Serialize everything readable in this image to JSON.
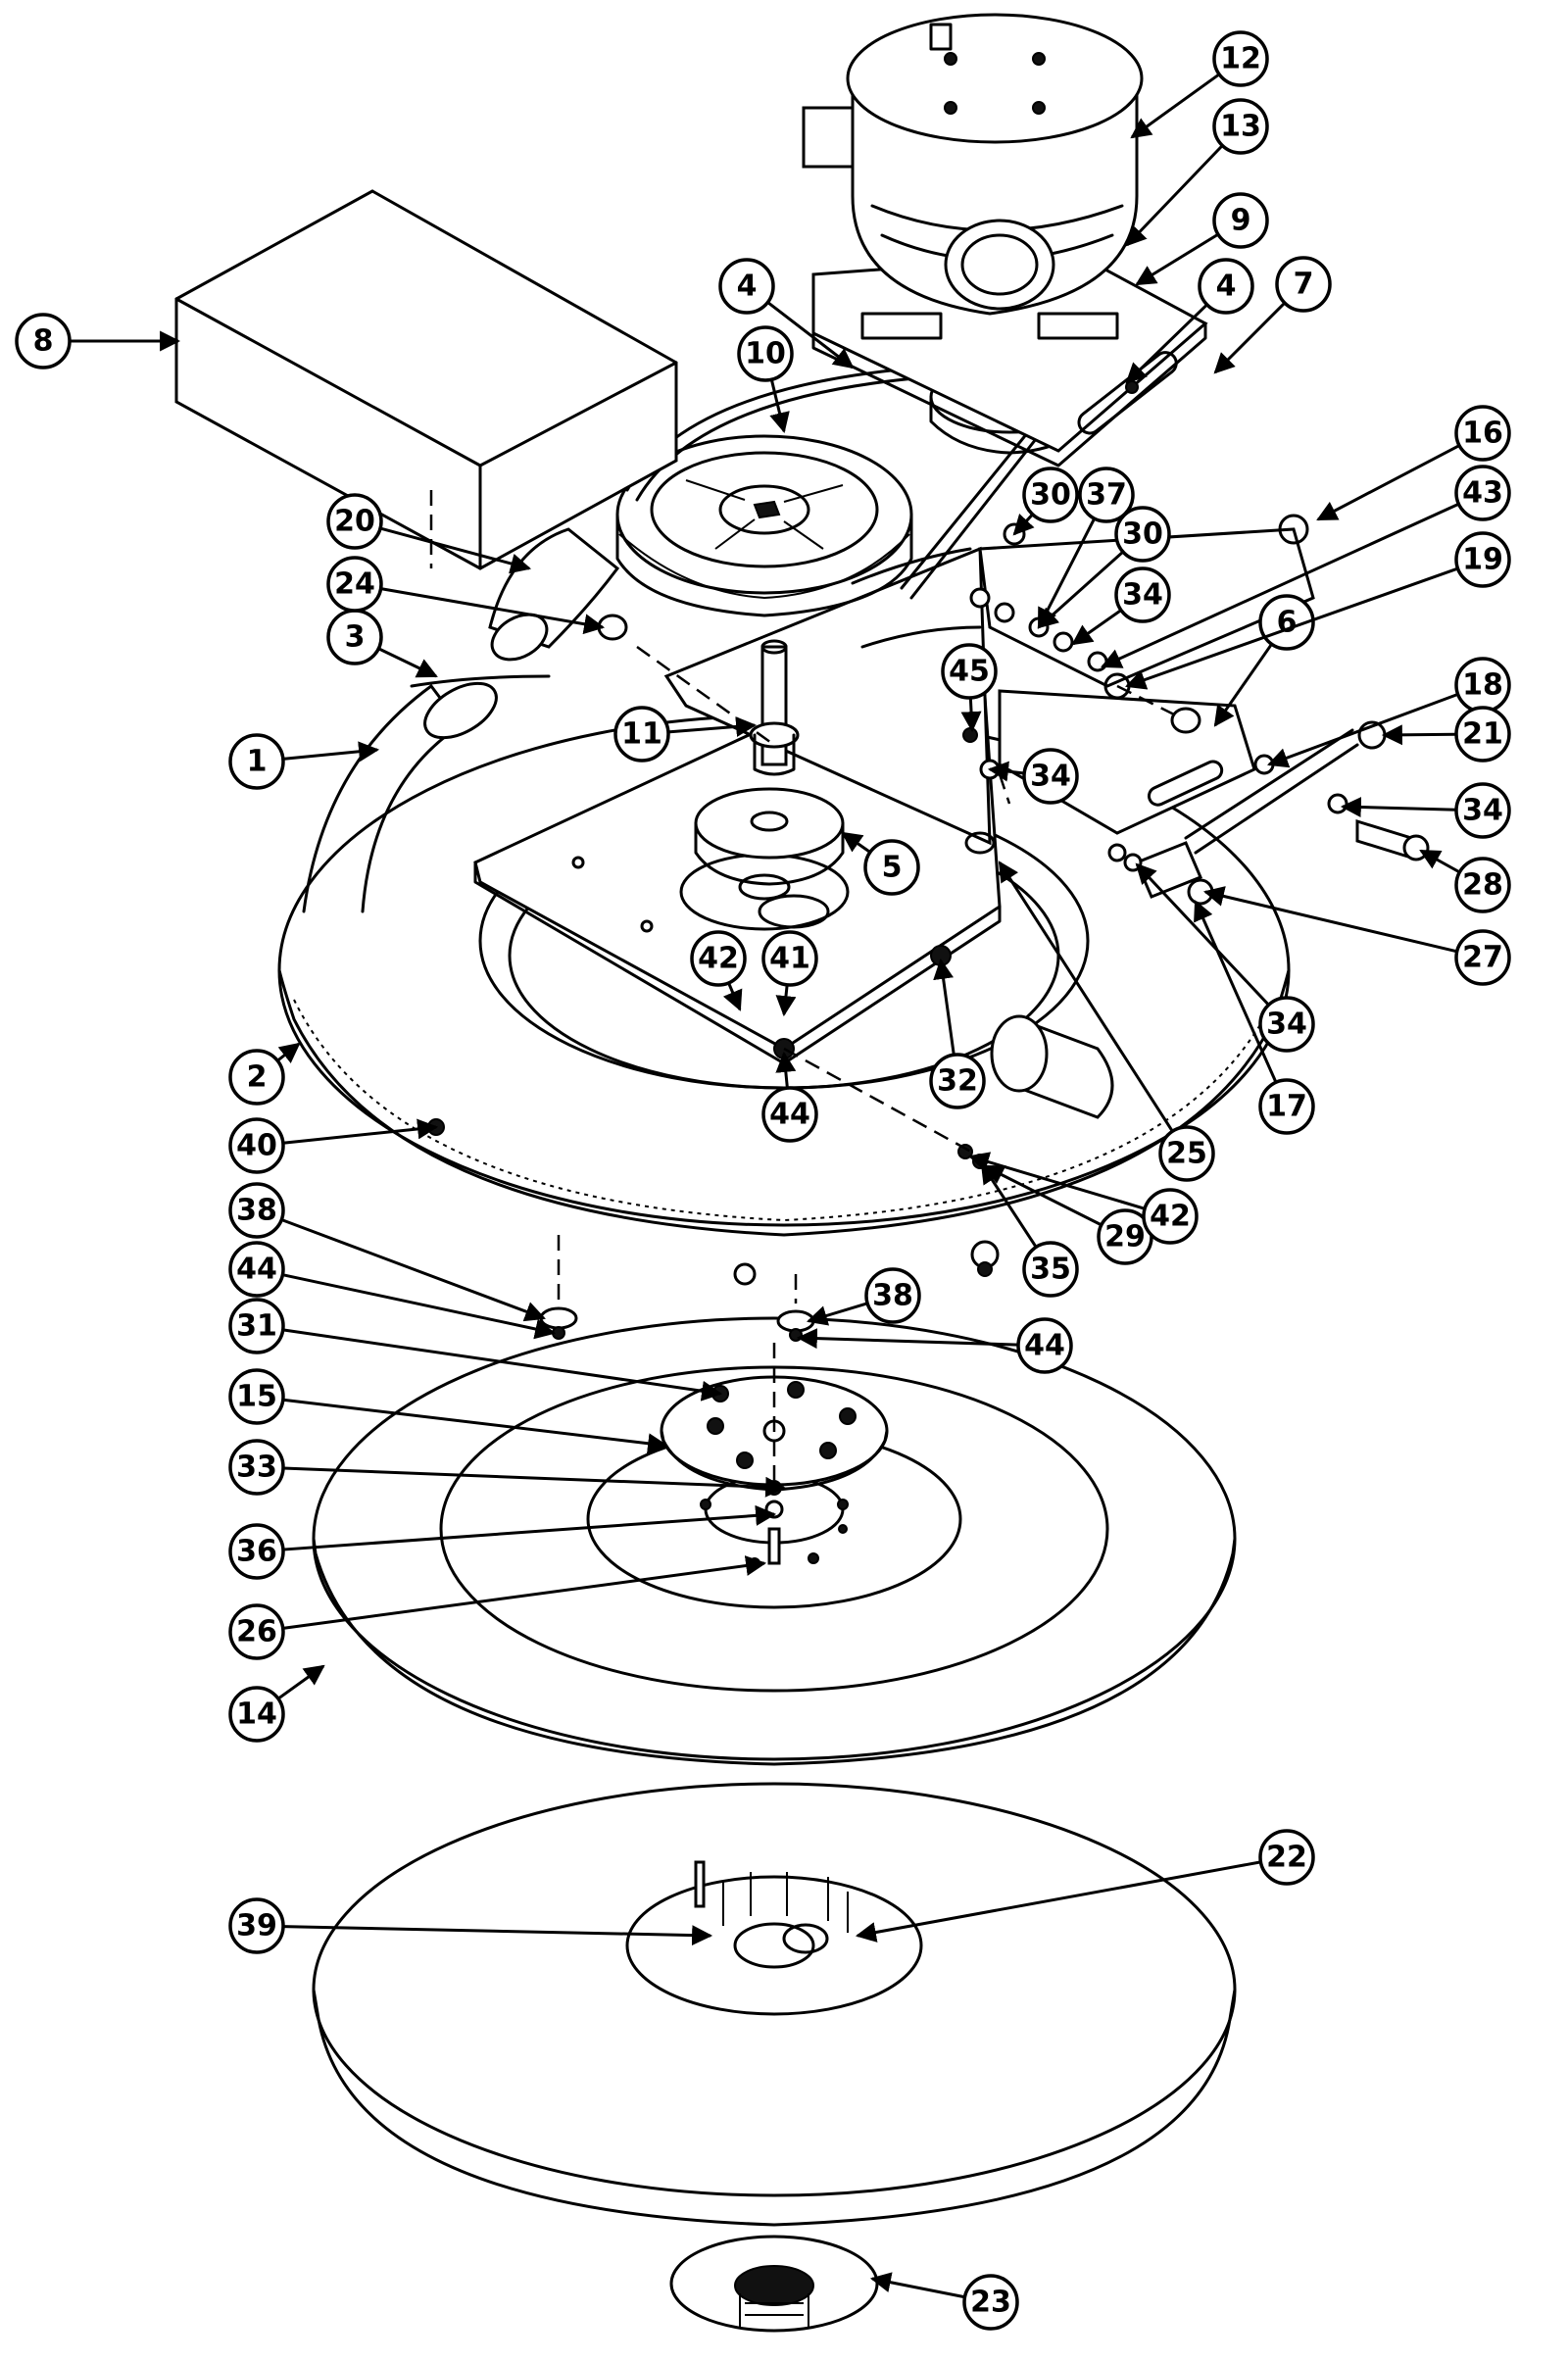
{
  "callouts": [
    {
      "label": "1"
    },
    {
      "label": "2"
    },
    {
      "label": "3"
    },
    {
      "label": "4"
    },
    {
      "label": "4"
    },
    {
      "label": "5"
    },
    {
      "label": "6"
    },
    {
      "label": "7"
    },
    {
      "label": "8"
    },
    {
      "label": "9"
    },
    {
      "label": "10"
    },
    {
      "label": "11"
    },
    {
      "label": "12"
    },
    {
      "label": "13"
    },
    {
      "label": "14"
    },
    {
      "label": "15"
    },
    {
      "label": "16"
    },
    {
      "label": "17"
    },
    {
      "label": "18"
    },
    {
      "label": "19"
    },
    {
      "label": "20"
    },
    {
      "label": "21"
    },
    {
      "label": "22"
    },
    {
      "label": "23"
    },
    {
      "label": "24"
    },
    {
      "label": "25"
    },
    {
      "label": "26"
    },
    {
      "label": "27"
    },
    {
      "label": "28"
    },
    {
      "label": "29"
    },
    {
      "label": "30"
    },
    {
      "label": "30"
    },
    {
      "label": "31"
    },
    {
      "label": "32"
    },
    {
      "label": "33"
    },
    {
      "label": "34"
    },
    {
      "label": "34"
    },
    {
      "label": "34"
    },
    {
      "label": "34"
    },
    {
      "label": "35"
    },
    {
      "label": "36"
    },
    {
      "label": "37"
    },
    {
      "label": "38"
    },
    {
      "label": "38"
    },
    {
      "label": "39"
    },
    {
      "label": "40"
    },
    {
      "label": "41"
    },
    {
      "label": "42"
    },
    {
      "label": "42"
    },
    {
      "label": "43"
    },
    {
      "label": "44"
    },
    {
      "label": "44"
    },
    {
      "label": "44"
    },
    {
      "label": "45"
    }
  ]
}
